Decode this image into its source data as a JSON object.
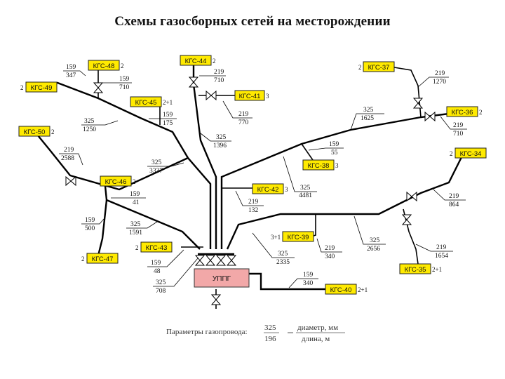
{
  "title": "Схемы газосборных сетей на месторождении",
  "plant": "УППГ",
  "legend": {
    "prefix": "Параметры газопровода:",
    "num": "325",
    "den": "196",
    "top_text": "диаметр, мм",
    "bottom_text": "длина, м"
  },
  "colors": {
    "station_fill": "#ffea00",
    "plant_fill": "#f2a8a8",
    "pipe": "#000000"
  },
  "stations": [
    {
      "id": "s44",
      "label": "КГС-44",
      "note": "2"
    },
    {
      "id": "s48",
      "label": "КГС-48",
      "note": "2"
    },
    {
      "id": "s49",
      "label": "КГС-49",
      "note": "2"
    },
    {
      "id": "s45",
      "label": "КГС-45",
      "note": "2+1"
    },
    {
      "id": "s41",
      "label": "КГС-41",
      "note": "3"
    },
    {
      "id": "s37",
      "label": "КГС-37",
      "note": "2"
    },
    {
      "id": "s36",
      "label": "КГС-36",
      "note": "2"
    },
    {
      "id": "s50",
      "label": "КГС-50",
      "note": "2"
    },
    {
      "id": "s38",
      "label": "КГС-38",
      "note": "3"
    },
    {
      "id": "s34",
      "label": "КГС-34",
      "note": "2"
    },
    {
      "id": "s46",
      "label": "КГС-46",
      "note": "2"
    },
    {
      "id": "s42",
      "label": "КГС-42",
      "note": "3"
    },
    {
      "id": "s39",
      "label": "КГС-39",
      "note": "3+1"
    },
    {
      "id": "s43",
      "label": "КГС-43",
      "note": "2"
    },
    {
      "id": "s47",
      "label": "КГС-47",
      "note": "2"
    },
    {
      "id": "s35",
      "label": "КГС-35",
      "note": "2+1"
    },
    {
      "id": "s40",
      "label": "КГС-40",
      "note": "2+1"
    }
  ],
  "segments": [
    {
      "id": "p48a",
      "d": "159",
      "l": "347"
    },
    {
      "id": "p48b",
      "d": "159",
      "l": "710"
    },
    {
      "id": "p44",
      "d": "219",
      "l": "710"
    },
    {
      "id": "p41",
      "d": "219",
      "l": "770"
    },
    {
      "id": "p37",
      "d": "219",
      "l": "1270"
    },
    {
      "id": "p45",
      "d": "159",
      "l": "175"
    },
    {
      "id": "pNW",
      "d": "325",
      "l": "1250"
    },
    {
      "id": "pN",
      "d": "325",
      "l": "1396"
    },
    {
      "id": "pNE",
      "d": "325",
      "l": "1625"
    },
    {
      "id": "p36",
      "d": "219",
      "l": "710"
    },
    {
      "id": "p50",
      "d": "219",
      "l": "2588"
    },
    {
      "id": "p38",
      "d": "159",
      "l": "55"
    },
    {
      "id": "pW",
      "d": "325",
      "l": "3337"
    },
    {
      "id": "pE",
      "d": "325",
      "l": "4481"
    },
    {
      "id": "p42",
      "d": "219",
      "l": "132"
    },
    {
      "id": "p46",
      "d": "159",
      "l": "41"
    },
    {
      "id": "p34",
      "d": "219",
      "l": "864"
    },
    {
      "id": "p47",
      "d": "159",
      "l": "500"
    },
    {
      "id": "pSW",
      "d": "325",
      "l": "1591"
    },
    {
      "id": "pSE",
      "d": "325",
      "l": "2656"
    },
    {
      "id": "p39",
      "d": "219",
      "l": "340"
    },
    {
      "id": "p35",
      "d": "219",
      "l": "1654"
    },
    {
      "id": "pS",
      "d": "325",
      "l": "2335"
    },
    {
      "id": "p43",
      "d": "159",
      "l": "48"
    },
    {
      "id": "p40",
      "d": "159",
      "l": "340"
    },
    {
      "id": "pPlant",
      "d": "325",
      "l": "708"
    }
  ]
}
